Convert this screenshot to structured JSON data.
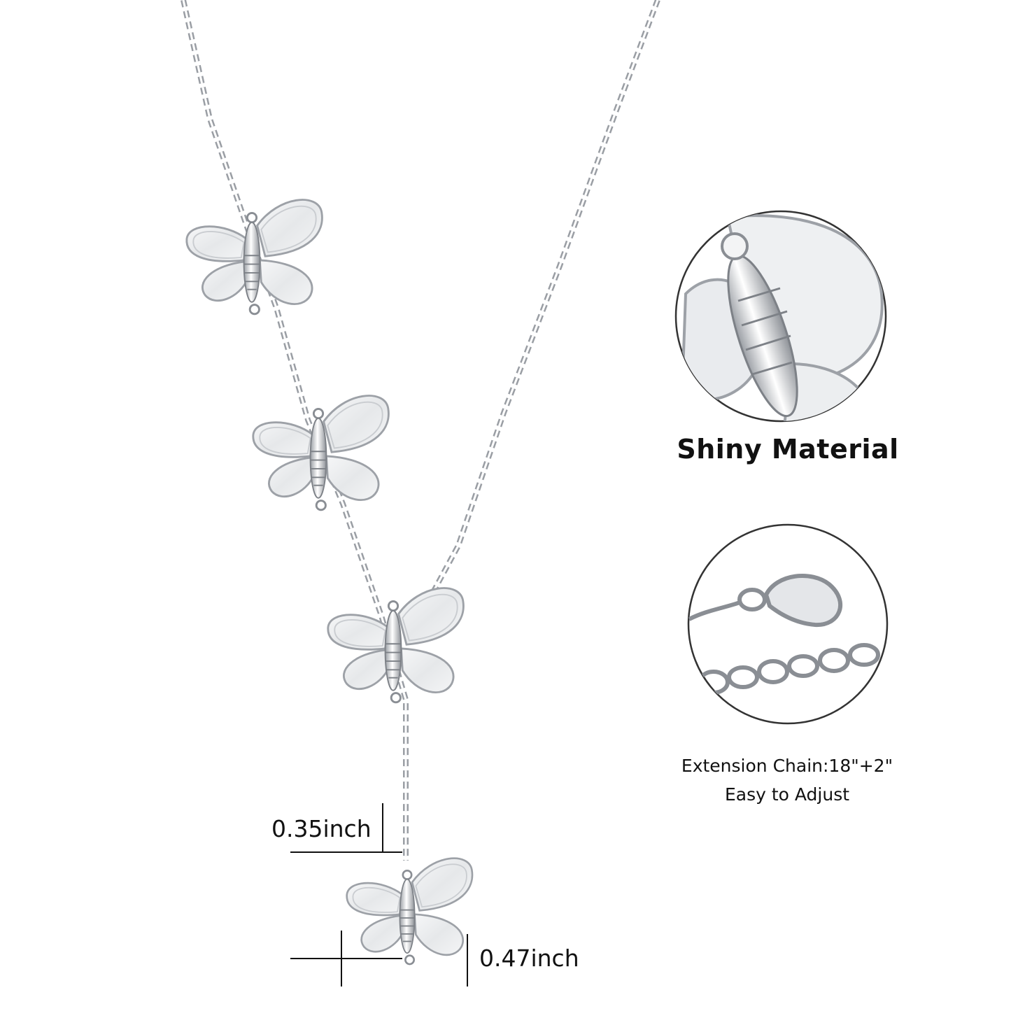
{
  "features": {
    "material_title": "Shiny Material",
    "extension_line1": "Extension Chain:18\"+2\"",
    "extension_line2": "Easy to Adjust"
  },
  "dimensions": {
    "width": "0.35inch",
    "height": "0.47inch"
  },
  "colors": {
    "background": "#ffffff",
    "silver": "#b8bcc2",
    "silver_dark": "#7d8187",
    "text": "#111111"
  }
}
